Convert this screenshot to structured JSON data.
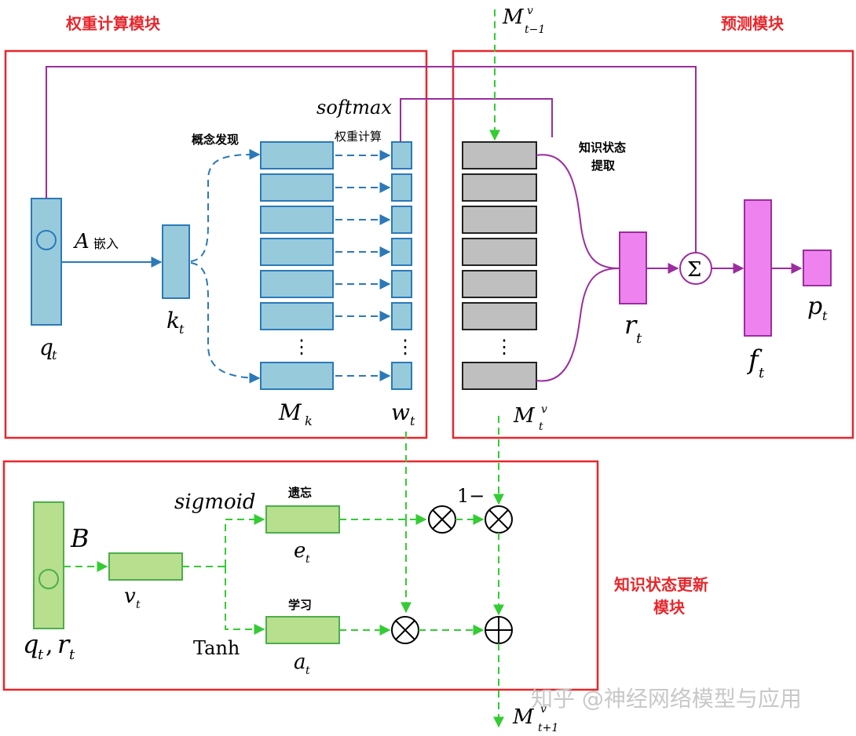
{
  "modules": {
    "weight_title": "权重计算模块",
    "predict_title": "预测模块",
    "update_title_1": "知识状态更新",
    "update_title_2": "模块"
  },
  "labels": {
    "m_prev_main": "M",
    "m_prev_sup": "v",
    "m_prev_sub": "t−1",
    "softmax": "softmax",
    "weight_calc": "权重计算",
    "concept_discovery": "概念发现",
    "knowledge_extract_1": "知识状态",
    "knowledge_extract_2": "提取",
    "a_main": "A",
    "a_embed": "嵌入",
    "q_main": "q",
    "q_sub": "t",
    "k_main": "k",
    "k_sub": "t",
    "mk_main": "M",
    "mk_sub": "k",
    "w_main": "w",
    "w_sub": "t",
    "mv_main": "M",
    "mv_sup": "v",
    "mv_sub": "t",
    "r_main": "r",
    "r_sub": "t",
    "f_main": "f",
    "f_sub": "t",
    "p_main": "p",
    "p_sub": "t",
    "sigma": "Σ",
    "dots": "⋮",
    "sigmoid": "sigmoid",
    "forget": "遗忘",
    "b_main": "B",
    "v_main": "v",
    "v_sub": "t",
    "e_main": "e",
    "e_sub": "t",
    "learn": "学习",
    "a2_main": "a",
    "a2_sub": "t",
    "tanh": "Tanh",
    "qr_main": "q",
    "qr_sub": "t",
    "qr_comma": ",",
    "qr_r": "r",
    "qr_r_sub": "t",
    "one_minus": "1−",
    "mnext_main": "M",
    "mnext_sup": "v",
    "mnext_sub": "t+1",
    "otimes": "⊗",
    "oplus": "⊕"
  },
  "watermark": "知乎 @神经网络模型与应用",
  "colors": {
    "red": "#e8262b",
    "blue_fill": "#97cbdc",
    "blue_stroke": "#2b79b8",
    "gray_fill": "#bfbfbf",
    "magenta_fill": "#ee82ee",
    "purple_line": "#9b2d9e",
    "green_fill": "#b7df8e",
    "green_stroke": "#4cae4c",
    "green_dash": "#33cc33"
  }
}
